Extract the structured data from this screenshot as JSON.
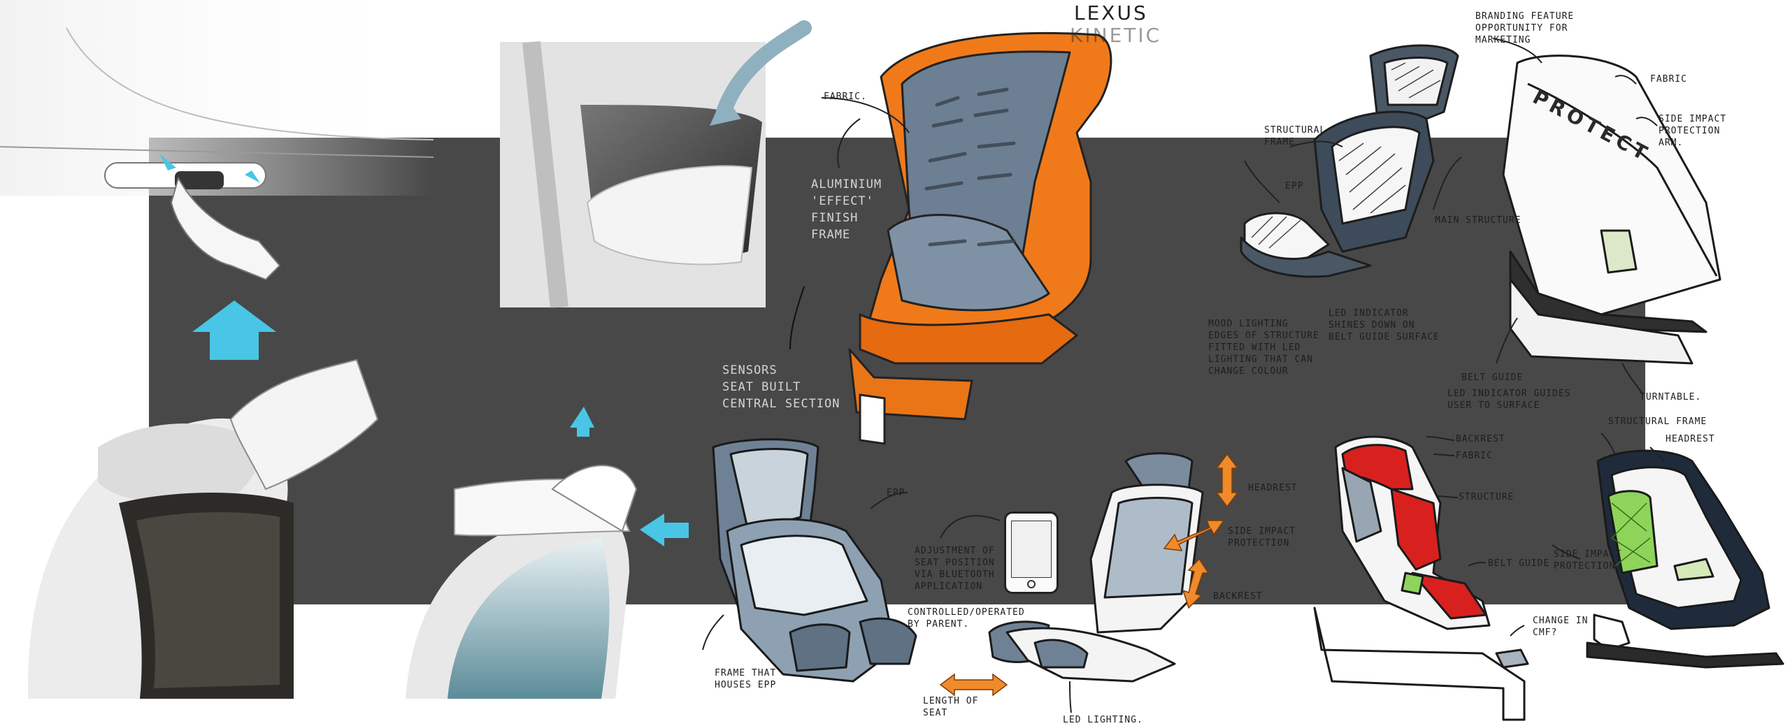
{
  "brand": {
    "lexus": "LEXUS",
    "kinetic": "KINETIC"
  },
  "seat_orange": {
    "fabric": "FABRIC.",
    "aluminium": "ALUMINIUM\n'EFFECT'\nFINISH\nFRAME",
    "sensor": "SENSORS\nSEAT BUILT\nCENTRAL SECTION"
  },
  "seat_blue_top": {
    "structural": "STRUCTURAL\nFRAME",
    "epp": "EPP",
    "mood": "MOOD LIGHTING\nEDGES OF STRUCTURE\nFITTED WITH LED\nLIGHTING THAT CAN\nCHANGE COLOUR",
    "led": "LED INDICATOR\nSHINES DOWN ON\nBELT GUIDE SURFACE"
  },
  "seat_protect": {
    "shell_text": "PROTECT",
    "branding": "BRANDING FEATURE\nOPPORTUNITY FOR\nMARKETING",
    "fabric": "FABRIC",
    "side_impact": "SIDE IMPACT\nPROTECTION\nARM.",
    "main_structure": "MAIN STRUCTURE",
    "belt_guide": "BELT GUIDE",
    "led_guide": "LED INDICATOR GUIDES\nUSER TO SURFACE",
    "turntable": "TURNTABLE."
  },
  "seat_grey_bottom": {
    "epp_small": "EPP",
    "frame": "FRAME THAT\nHOUSES EPP",
    "adjust": "ADJUSTMENT OF\nSEAT POSITION\nVIA BLUETOOTH\nAPPLICATION",
    "controlled": "CONTROLLED/OPERATED\nBY PARENT.",
    "length": "LENGTH OF\nSEAT"
  },
  "seat_adjustable": {
    "headrest": "HEADREST",
    "side_impact": "SIDE IMPACT\nPROTECTION",
    "backrest": "BACKREST",
    "led": "LED LIGHTING."
  },
  "seat_red": {
    "backrest": "BACKREST",
    "fabric": "FABRIC",
    "structure": "STRUCTURE",
    "belt_guide": "BELT GUIDE",
    "change": "CHANGE IN\nCMF?"
  },
  "seat_green": {
    "structural": "STRUCTURAL FRAME",
    "headrest": "HEADREST",
    "side_impact": "SIDE IMPACT\nPROTECTION"
  },
  "colors": {
    "board": "#484848",
    "accent_orange": "#f07a1a",
    "accent_cyan": "#49c6e5",
    "accent_red": "#d8211f",
    "accent_green": "#8fd45a",
    "seat_blue": "#6c7f93"
  },
  "icons": [
    "arrow-up-icon",
    "arrow-left-icon",
    "phone-icon",
    "double-arrow-icon"
  ]
}
